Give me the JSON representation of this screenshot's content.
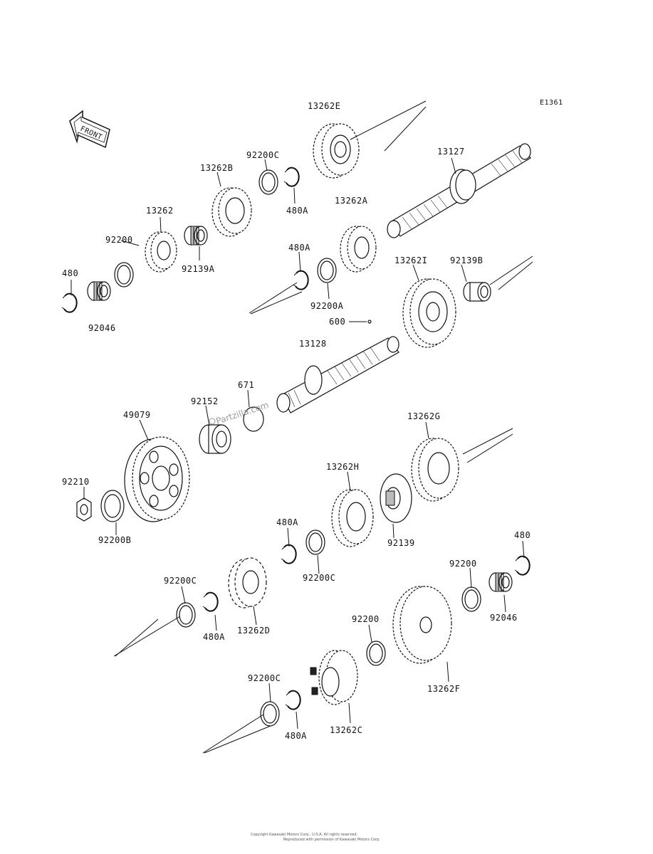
{
  "diagram_code": "E1361",
  "front_label": "FRONT",
  "watermark": "Partzilla.com",
  "footer_line1": "Copyright  Kawasaki Motors Corp., U.S.A. All rights reserved.",
  "footer_line2": "Reproduced with permission of Kawasaki Motors Corp.",
  "labels": {
    "p13262E": "13262E",
    "p13127": "13127",
    "p92200C_top": "92200C",
    "p13262B": "13262B",
    "p480A_top": "480A",
    "p13262A": "13262A",
    "p13262": "13262",
    "p92200_left": "92200",
    "p92139A": "92139A",
    "p480_left": "480",
    "p92046_left": "92046",
    "p480A_mid": "480A",
    "p92200A": "92200A",
    "p13262I": "13262I",
    "p92139B": "92139B",
    "p600": "600",
    "p13128": "13128",
    "p671": "671",
    "p92152": "92152",
    "p49079": "49079",
    "p13262G": "13262G",
    "p13262H": "13262H",
    "p92210": "92210",
    "p92200B": "92200B",
    "p92139": "92139",
    "p480A_low": "480A",
    "p92200C_mid": "92200C",
    "p480_right": "480",
    "p92200_right": "92200",
    "p92200C_left": "92200C",
    "p92046_right": "92046",
    "p480A_left": "480A",
    "p13262D": "13262D",
    "p92200_low": "92200",
    "p13262F": "13262F",
    "p92200C_bottom": "92200C",
    "p480A_bottom": "480A",
    "p13262C": "13262C"
  }
}
